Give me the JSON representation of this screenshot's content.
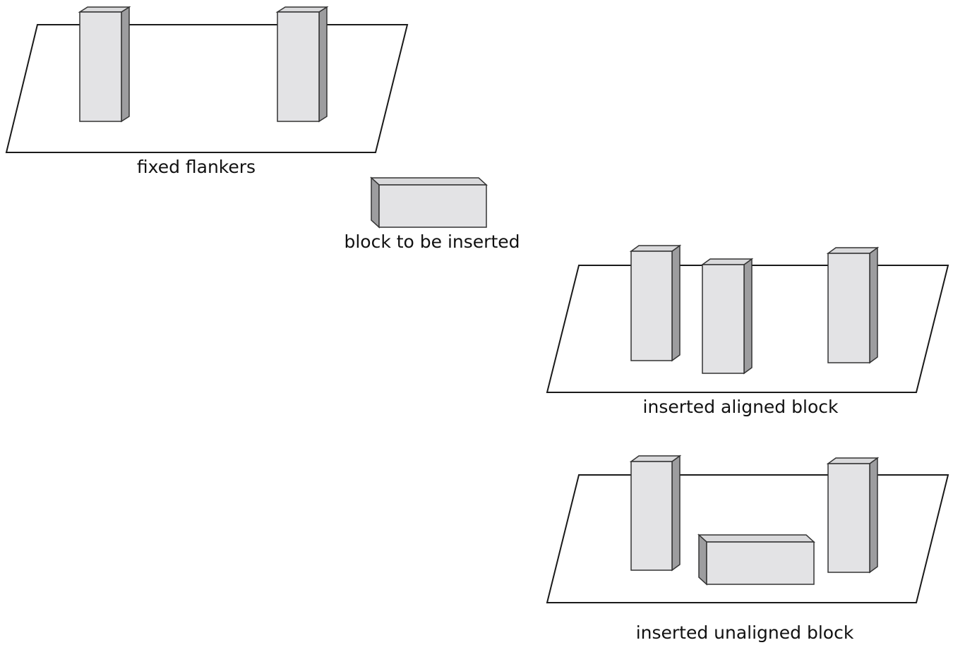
{
  "labels": {
    "fixed_flankers": "fixed flankers",
    "block_to_be_inserted": "block to be inserted",
    "inserted_aligned_block": "inserted aligned block",
    "inserted_unaligned_block": "inserted unaligned block"
  },
  "colors": {
    "block_front": "#e3e3e5",
    "block_top": "#d9d9db",
    "block_side": "#9d9d9f",
    "outline": "#1a1a1a"
  }
}
